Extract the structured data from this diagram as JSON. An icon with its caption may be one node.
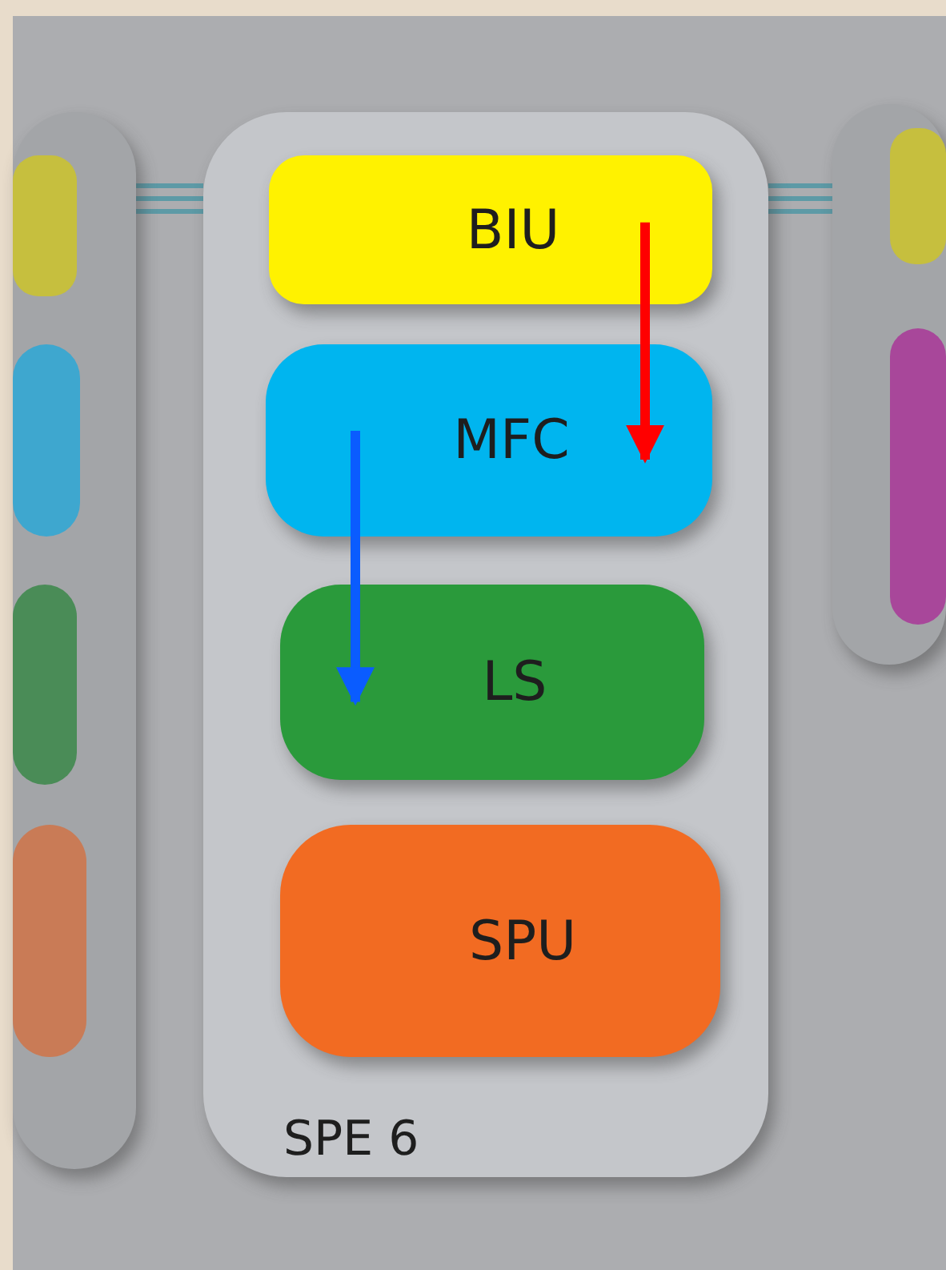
{
  "diagram": {
    "nodes": [
      {
        "text": [],
        "shape": "box"
      },
      {
        "text": [],
        "shape": "box",
        "in": 0
      },
      {
        "text": [],
        "shape": "box",
        "in": 0
      },
      {
        "text": [],
        "shape": "box",
        "in": 0
      },
      {
        "text": [],
        "shape": "box",
        "in": 0
      },
      {
        "text": [
          "SPE 6"
        ]
      },
      {
        "text": [
          "BIU"
        ],
        "in": 5
      },
      {
        "text": [
          "MFC"
        ],
        "in": 5
      },
      {
        "text": [
          "LS"
        ],
        "in": 5
      },
      {
        "text": [
          "SPU"
        ],
        "in": 5
      },
      {
        "text": [],
        "shape": "box"
      },
      {
        "text": [],
        "shape": "box",
        "in": 10
      },
      {
        "text": [],
        "shape": "box",
        "in": 10
      }
    ],
    "edges": [
      {
        "from": 0,
        "to": 5,
        "arrow": "none"
      },
      {
        "from": 5,
        "to": 10,
        "arrow": "none"
      },
      {
        "from": 6,
        "to": 7,
        "arrow": "to",
        "style": "thick",
        "color": "#ff0000"
      },
      {
        "from": 7,
        "to": 8,
        "arrow": "to",
        "style": "thick",
        "color": "#0a5cff"
      }
    ]
  }
}
